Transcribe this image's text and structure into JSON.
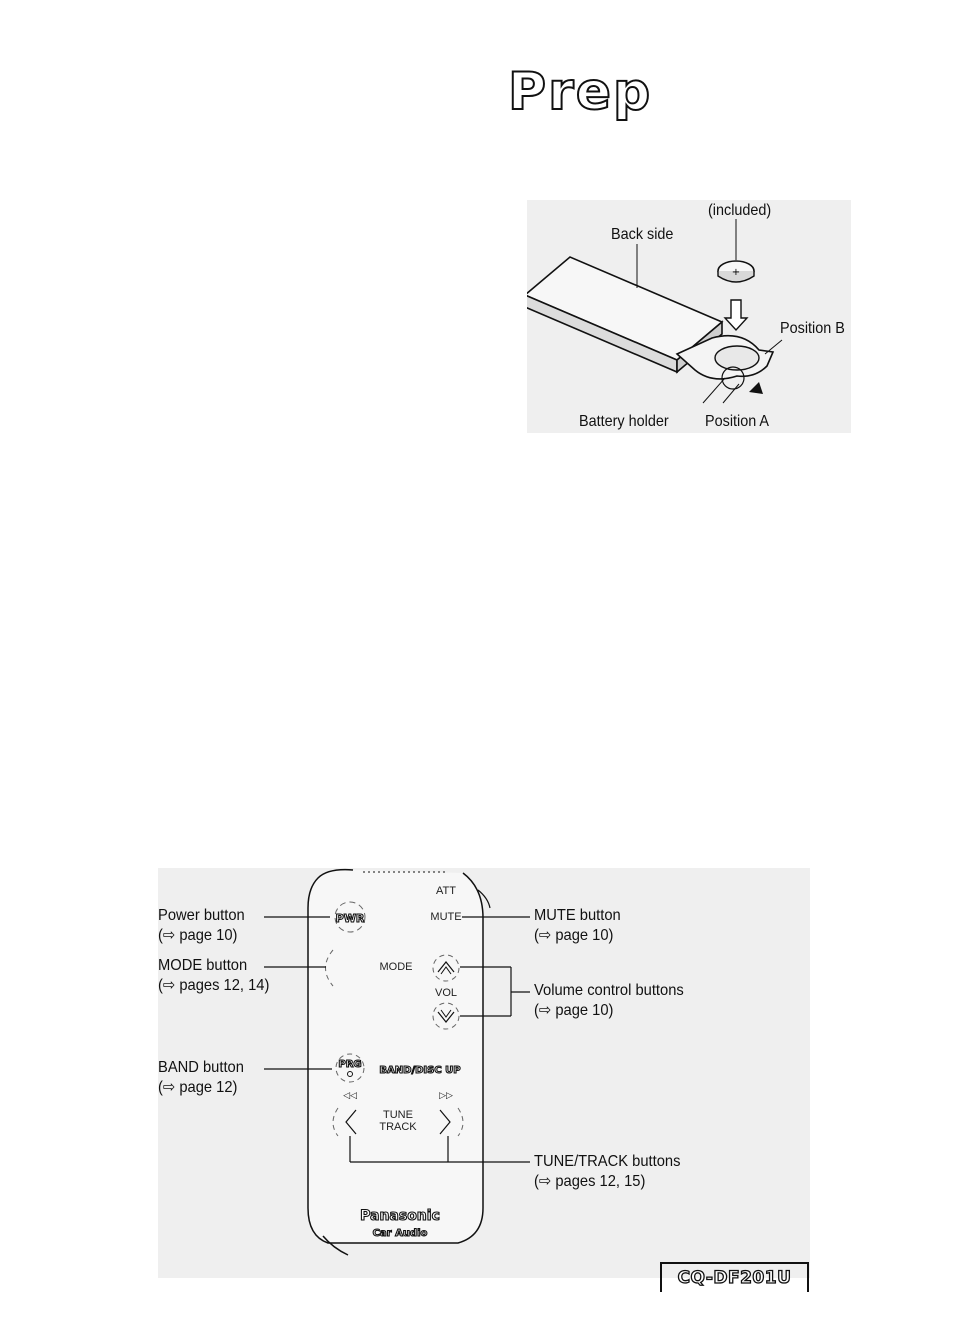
{
  "header": {
    "title": "Prep"
  },
  "battery_figure": {
    "included": "(included)",
    "back_side": "Back side",
    "position_b": "Position B",
    "battery_holder": "Battery holder",
    "position_a": "Position A",
    "battery_symbol": "+"
  },
  "remote": {
    "labels": {
      "pwr": "PWR",
      "mute": "MUTE",
      "mode": "MODE",
      "vol": "VOL",
      "prg": "PRG",
      "band_disc_up": "BAND/DISC UP",
      "tune": "TUNE",
      "track": "TRACK",
      "brand": "Panasonic",
      "brand_sub": "Car Audio"
    }
  },
  "callouts": {
    "power": {
      "name": "Power button",
      "ref": "(⇨ page 10)"
    },
    "mode": {
      "name": "MODE button",
      "ref": "(⇨ pages 12, 14)"
    },
    "band": {
      "name": "BAND button",
      "ref": "(⇨ page 12)"
    },
    "mute": {
      "name": "MUTE button",
      "ref": "(⇨ page 10)"
    },
    "volume": {
      "name": "Volume control buttons",
      "ref": "(⇨ page 10)"
    },
    "tune_track": {
      "name": "TUNE/TRACK buttons",
      "ref": "(⇨ pages 12, 15)"
    }
  },
  "footer": {
    "model": "CQ-DF201U"
  }
}
